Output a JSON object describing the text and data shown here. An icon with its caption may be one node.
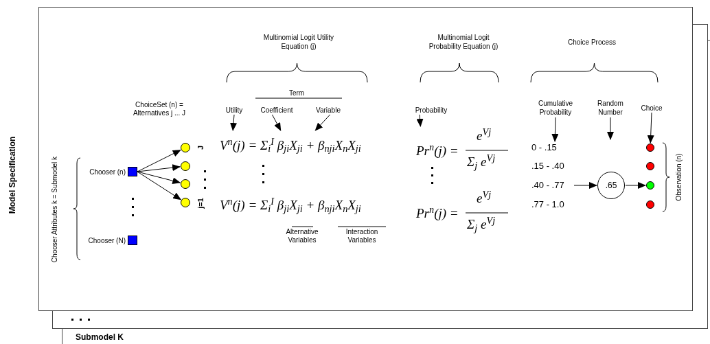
{
  "diagram": {
    "nodes": [
      {
        "text": [
          "Chooser (n)"
        ]
      },
      {
        "text": [
          "Chooser (N)"
        ]
      },
      {
        "text": [],
        "shape": "circle",
        "beside": [
          "J"
        ]
      },
      {
        "text": [],
        "shape": "circle"
      },
      {
        "text": [],
        "shape": "circle"
      },
      {
        "text": [],
        "shape": "circle",
        "beside": [
          "j=1"
        ]
      },
      {
        "text": [
          "Utility"
        ]
      },
      {
        "text": [
          "Coefficient"
        ]
      },
      {
        "text": [
          "Variable"
        ]
      },
      {
        "text": [
          "V$^{n}$(j) = Σ$_{i}$$^{I}$ β$_{ji}$X$_{ji}$ + β$_{nji}$X$_{n}$X$_{ji}$"
        ]
      },
      {
        "text": [
          "Probability"
        ]
      },
      {
        "text": [
          "Pr$^{n}$(j) =",
          "e$^{Vj}$",
          "Σ$_{j}$ e$^{Vj}$"
        ]
      },
      {
        "text": [
          "Cumulative Probability"
        ]
      },
      {
        "text": [
          "Random Number"
        ]
      },
      {
        "text": [
          "Choice"
        ]
      },
      {
        "text": [
          "0 - .15"
        ]
      },
      {
        "text": [
          ".15 - .40"
        ]
      },
      {
        "text": [
          ".40 - .77"
        ]
      },
      {
        "text": [
          ".77 - 1.0"
        ]
      },
      {
        "text": [
          ".65"
        ]
      },
      {
        "text": [],
        "shape": "circle"
      },
      {
        "text": [],
        "shape": "circle"
      },
      {
        "text": [],
        "shape": "circle"
      },
      {
        "text": [],
        "shape": "circle"
      }
    ],
    "edges": [
      {
        "from": 0,
        "to": 2,
        "arrow": "to"
      },
      {
        "from": 0,
        "to": 3,
        "arrow": "to"
      },
      {
        "from": 0,
        "to": 4,
        "arrow": "to"
      },
      {
        "from": 0,
        "to": 5,
        "arrow": "to"
      },
      {
        "from": 6,
        "to": 9,
        "arrow": "to"
      },
      {
        "from": 7,
        "to": 9,
        "arrow": "to"
      },
      {
        "from": 8,
        "to": 9,
        "arrow": "to"
      },
      {
        "from": 10,
        "to": 11,
        "arrow": "to"
      },
      {
        "from": 12,
        "to": 15,
        "arrow": "to"
      },
      {
        "from": 13,
        "to": null,
        "arrow": "to"
      },
      {
        "from": 14,
        "to": 20,
        "arrow": "to"
      },
      {
        "from": 17,
        "to": 19,
        "arrow": "to"
      },
      {
        "from": 19,
        "to": 22,
        "arrow": "to"
      }
    ],
    "labels": [
      "Multinomial Logit Utility Equation (j)",
      "Multinomial Logit Probability Equation (j)",
      "Choice Process",
      "ChoiceSet (n) = Alternatives j ... J",
      "Term",
      "Chooser Attributes k = Submodel k",
      "Model Specification",
      "V$^{n}$(j) = Σ$_{i}$$^{I}$ β$_{ji}$X$_{ji}$ + β$_{nji}$X$_{n}$X$_{ji}$",
      "Alternative Variables",
      "Interaction Variables",
      "Pr$^{n}$(j) =",
      "e$^{Vj}$",
      "Σ$_{j}$ e$^{Vj}$",
      "Observation (n)",
      "Submodel K"
    ]
  }
}
